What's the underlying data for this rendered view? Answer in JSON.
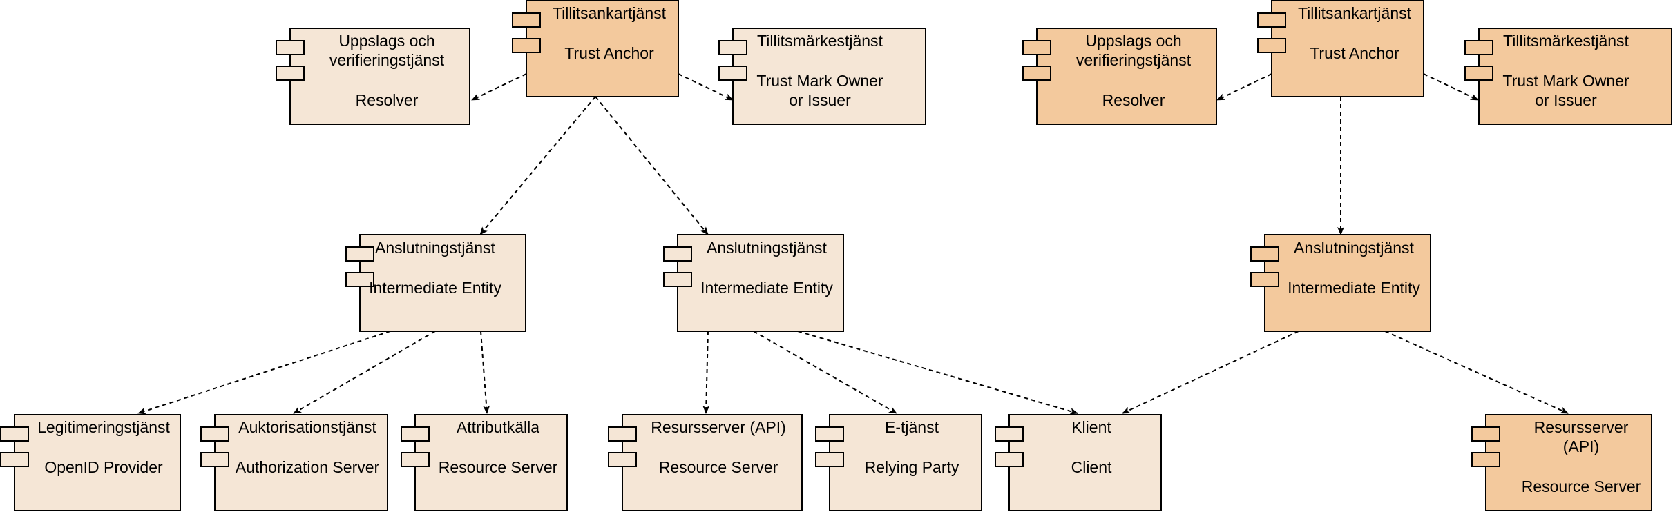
{
  "colors": {
    "light_fill": "#f5e6d6",
    "dark_fill": "#f3c99d",
    "stroke": "#000000",
    "background": "#ffffff"
  },
  "nodes": [
    {
      "id": "ta1",
      "fill": "dark",
      "lines": [
        "Tillitsankartjänst",
        "",
        "Trust Anchor"
      ]
    },
    {
      "id": "res1",
      "fill": "light",
      "lines": [
        "Uppslags och",
        "verifieringstjänst",
        "",
        "Resolver"
      ]
    },
    {
      "id": "tm1",
      "fill": "light",
      "lines": [
        "Tillitsmärkestjänst",
        "",
        "Trust Mark Owner",
        "or Issuer"
      ]
    },
    {
      "id": "ie1",
      "fill": "light",
      "lines": [
        "Anslutningstjänst",
        "",
        "Intermediate Entity"
      ]
    },
    {
      "id": "ie2",
      "fill": "light",
      "lines": [
        "Anslutningstjänst",
        "",
        "Intermediate Entity"
      ]
    },
    {
      "id": "op1",
      "fill": "light",
      "lines": [
        "Legitimeringstjänst",
        "",
        "OpenID Provider"
      ]
    },
    {
      "id": "as1",
      "fill": "light",
      "lines": [
        "Auktorisationstjänst",
        "",
        "Authorization Server"
      ]
    },
    {
      "id": "attr1",
      "fill": "light",
      "lines": [
        "Attributkälla",
        "",
        "Resource Server"
      ]
    },
    {
      "id": "rsapi1",
      "fill": "light",
      "lines": [
        "Resursserver (API)",
        "",
        "Resource Server"
      ]
    },
    {
      "id": "rp1",
      "fill": "light",
      "lines": [
        "E-tjänst",
        "",
        "Relying Party"
      ]
    },
    {
      "id": "cl1",
      "fill": "light",
      "lines": [
        "Klient",
        "",
        "Client"
      ]
    },
    {
      "id": "ta2",
      "fill": "dark",
      "lines": [
        "Tillitsankartjänst",
        "",
        "Trust Anchor"
      ]
    },
    {
      "id": "res2",
      "fill": "dark",
      "lines": [
        "Uppslags och",
        "verifieringstjänst",
        "",
        "Resolver"
      ]
    },
    {
      "id": "tm2",
      "fill": "dark",
      "lines": [
        "Tillitsmärkestjänst",
        "",
        "Trust Mark Owner",
        "or Issuer"
      ]
    },
    {
      "id": "ie3",
      "fill": "dark",
      "lines": [
        "Anslutningstjänst",
        "",
        "Intermediate Entity"
      ]
    },
    {
      "id": "rsapi2",
      "fill": "dark",
      "lines": [
        "Resursserver",
        "(API)",
        "",
        "Resource Server"
      ]
    }
  ],
  "edges": [
    {
      "from": "ta1",
      "to": "res1"
    },
    {
      "from": "ta1",
      "to": "tm1"
    },
    {
      "from": "ta1",
      "to": "ie1"
    },
    {
      "from": "ta1",
      "to": "ie2"
    },
    {
      "from": "ie1",
      "to": "op1"
    },
    {
      "from": "ie1",
      "to": "as1"
    },
    {
      "from": "ie1",
      "to": "attr1"
    },
    {
      "from": "ie2",
      "to": "rsapi1"
    },
    {
      "from": "ie2",
      "to": "rp1"
    },
    {
      "from": "ie2",
      "to": "cl1"
    },
    {
      "from": "ta2",
      "to": "res2"
    },
    {
      "from": "ta2",
      "to": "tm2"
    },
    {
      "from": "ta2",
      "to": "ie3"
    },
    {
      "from": "ie3",
      "to": "cl1"
    },
    {
      "from": "ie3",
      "to": "rsapi2"
    }
  ]
}
